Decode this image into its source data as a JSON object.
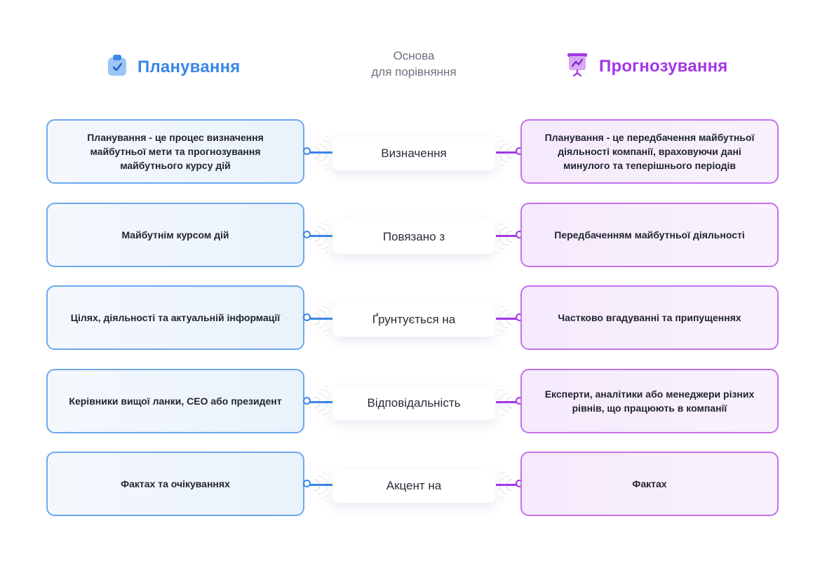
{
  "header": {
    "left_title": "Планування",
    "center_line1": "Основа",
    "center_line2": "для порівняння",
    "right_title": "Прогнозування",
    "left_icon": "clipboard-check-icon",
    "right_icon": "presentation-chart-icon"
  },
  "colors": {
    "planning_accent": "#3a86e8",
    "forecasting_accent": "#a336e6"
  },
  "rows": [
    {
      "left": "Планування - це процес визначення майбутньої мети та прогнозування майбутнього курсу дій",
      "basis": "Визначення",
      "right": "Планування - це передбачення майбутньої діяльності компанії, враховуючи дані минулого та теперішнього періодів"
    },
    {
      "left": "Майбутнім курсом дій",
      "basis": "Повязано з",
      "right": "Передбаченням майбутньої діяльності"
    },
    {
      "left": "Цілях, діяльності та актуальній інформації",
      "basis": "Ґрунтується на",
      "right": "Частково вгадуванні та припущеннях"
    },
    {
      "left": "Керівники вищої ланки, CEO або президент",
      "basis": "Відповідальність",
      "right": "Експерти, аналітики або менеджери різних рівнів, що працюють в компанії"
    },
    {
      "left": "Фактах та очікуваннях",
      "basis": "Акцент на",
      "right": "Фактах"
    }
  ]
}
